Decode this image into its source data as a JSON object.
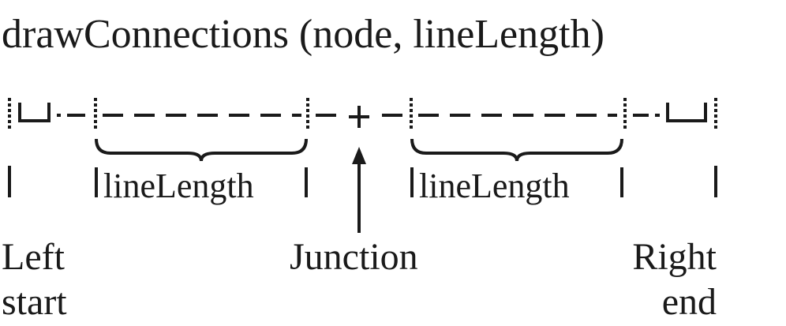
{
  "title": "drawConnections (node, lineLength)",
  "segments": {
    "left_label": "lineLength",
    "right_label": "lineLength"
  },
  "markers": {
    "left": [
      "Left",
      "start"
    ],
    "junction": "Junction",
    "right": [
      "Right",
      "end"
    ]
  },
  "colors": {
    "ink": "#1a1a1a",
    "background": "#ffffff"
  }
}
